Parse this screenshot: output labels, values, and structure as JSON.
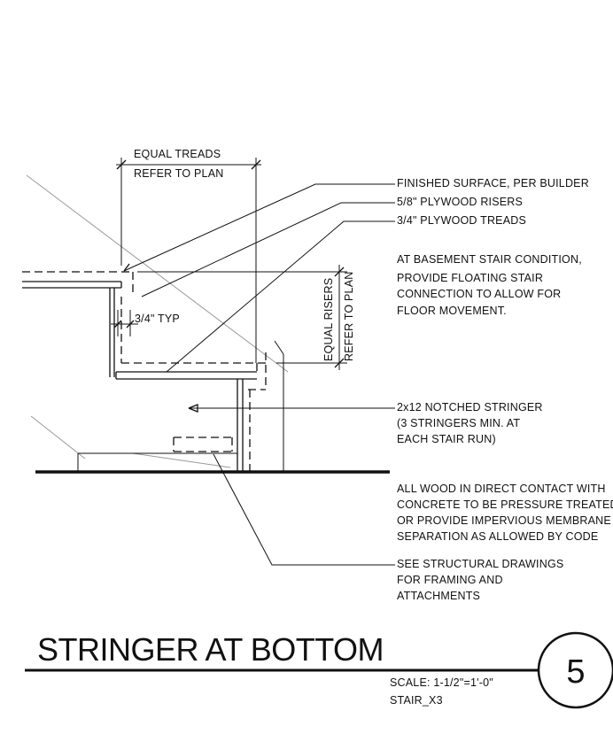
{
  "dimensions": {
    "treads": [
      "EQUAL TREADS",
      "REFER TO PLAN"
    ],
    "risers": [
      "EQUAL RISERS",
      "REFER TO PLAN"
    ],
    "typ_gap": "3/4\" TYP"
  },
  "callouts": {
    "finished_surface": "FINISHED SURFACE, PER BUILDER",
    "plywood_risers": "5/8\" PLYWOOD RISERS",
    "plywood_treads": "3/4\" PLYWOOD TREADS",
    "basement_note": [
      "AT BASEMENT STAIR CONDITION,",
      "PROVIDE FLOATING STAIR",
      "CONNECTION TO ALLOW FOR",
      "FLOOR MOVEMENT."
    ],
    "stringer_note": [
      "2x12 NOTCHED STRINGER",
      "(3 STRINGERS MIN. AT",
      "EACH STAIR RUN)"
    ],
    "concrete_note": [
      "ALL WOOD IN DIRECT CONTACT WITH",
      "CONCRETE TO BE PRESSURE TREATED",
      "OR PROVIDE IMPERVIOUS MEMBRANE",
      "SEPARATION AS ALLOWED BY CODE"
    ],
    "structural_note": [
      "SEE STRUCTURAL DRAWINGS",
      "FOR FRAMING AND",
      "ATTACHMENTS"
    ]
  },
  "title_block": {
    "title": "STRINGER AT BOTTOM",
    "detail_number": "5",
    "scale": "SCALE: 1-1/2\"=1'-0\"",
    "drawing_id": "STAIR_X3"
  }
}
